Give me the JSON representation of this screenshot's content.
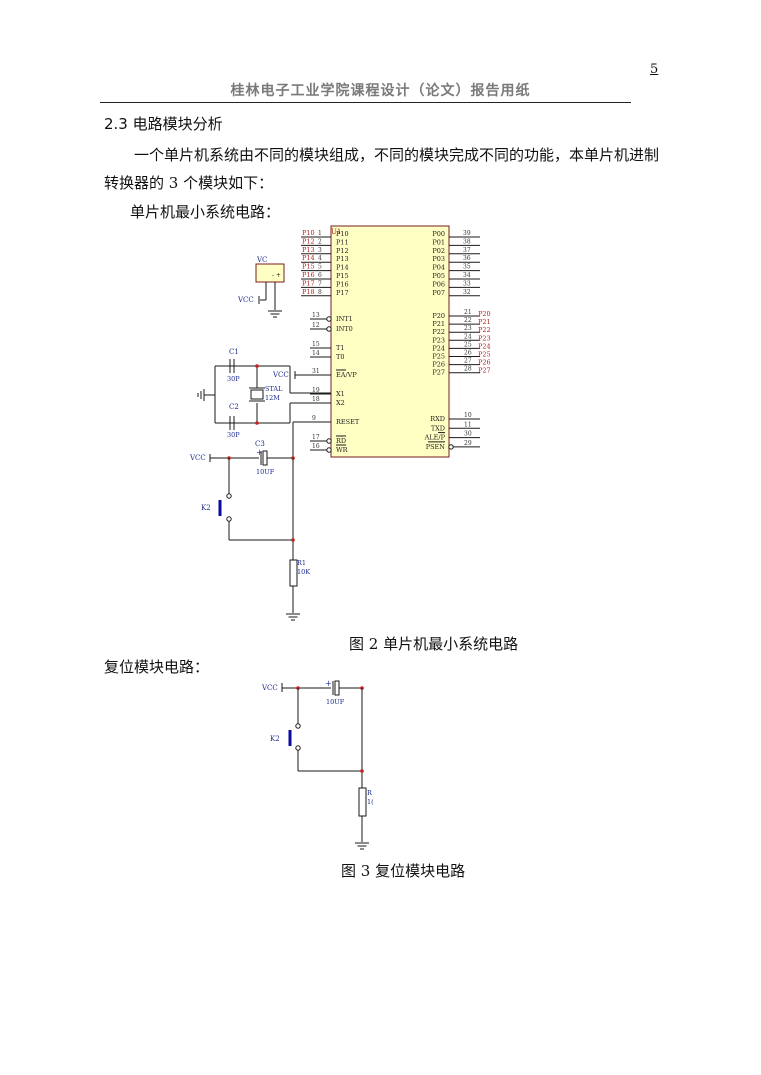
{
  "header": {
    "page_number": "5",
    "title": "桂林电子工业学院课程设计（论文）报告用纸"
  },
  "section": {
    "heading": "2.3  电路模块分析",
    "paragraph": "一个单片机系统由不同的模块组成，不同的模块完成不同的功能，本单片机进制转换器的 3 个模块如下：",
    "min_system_label": "单片机最小系统电路：",
    "reset_label": "复位模块电路："
  },
  "figure2": {
    "caption": "图 2    单片机最小系统电路",
    "chip": {
      "ref": "U1",
      "left_pins": [
        "P10",
        "P11",
        "P12",
        "P13",
        "P14",
        "P15",
        "P16",
        "P17"
      ],
      "left_nets": [
        "P10",
        "P12",
        "P13",
        "P14",
        "P15",
        "P16",
        "P17",
        "P18"
      ],
      "left_nums": [
        "1",
        "2",
        "3",
        "4",
        "5",
        "6",
        "7",
        "8"
      ],
      "right_pins": [
        "P00",
        "P01",
        "P02",
        "P03",
        "P04",
        "P05",
        "P06",
        "P07"
      ],
      "right_nums": [
        "39",
        "38",
        "37",
        "36",
        "35",
        "34",
        "33",
        "32"
      ],
      "mid_left_pins": [
        "INT1",
        "INT0",
        "T1",
        "T0",
        "EA/VP",
        "X1",
        "X2",
        "RESET",
        "RD",
        "WR"
      ],
      "mid_left_nums": [
        "13",
        "12",
        "15",
        "14",
        "31",
        "19",
        "18",
        "9",
        "17",
        "16"
      ],
      "p2_pins": [
        "P20",
        "P21",
        "P22",
        "P23",
        "P24",
        "P25",
        "P26",
        "P27"
      ],
      "p2_nums": [
        "21",
        "22",
        "23",
        "24",
        "25",
        "26",
        "27",
        "28"
      ],
      "p2_nets": [
        "P20",
        "P21",
        "P22",
        "P23",
        "P24",
        "P25",
        "P26",
        "P27"
      ],
      "bottom_right_pins": [
        "RXD",
        "TXD",
        "ALE/P",
        "PSEN"
      ],
      "bottom_right_nums": [
        "10",
        "11",
        "30",
        "29"
      ]
    },
    "parts": {
      "vc": "VC",
      "vcc": "VCC",
      "c1": "C1",
      "c1_val": "30P",
      "c2": "C2",
      "c2_val": "30P",
      "xtal": "STAL",
      "xtal_val": "12M",
      "c3": "C3",
      "c3_val": "10UF",
      "k2": "K2",
      "r1": "R1",
      "r1_val": "10K"
    }
  },
  "figure3": {
    "caption": "图 3    复位模块电路",
    "vcc": "VCC",
    "cap_val": "10UF",
    "k2": "K2",
    "r": "R",
    "r_val": "1("
  }
}
